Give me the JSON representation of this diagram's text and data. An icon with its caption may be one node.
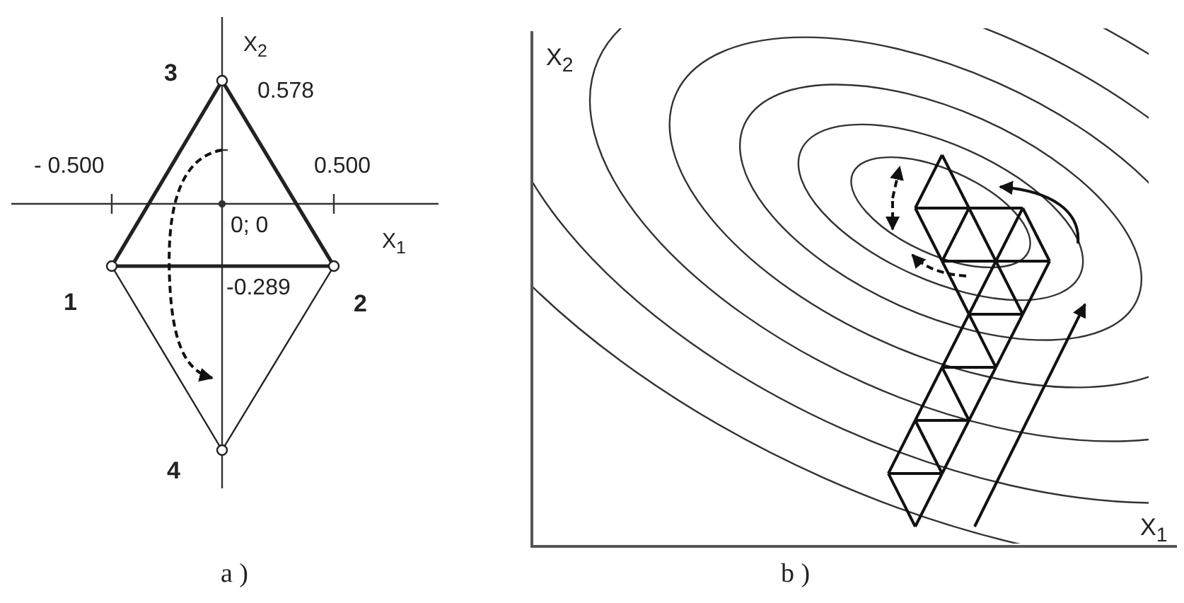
{
  "diagram": {
    "labels": [
      "X$_{2}$",
      "3",
      "0.578",
      "- 0.500",
      "0.500",
      "0; 0",
      "X$_{1}$",
      "1",
      "-0.289",
      "2",
      "4",
      "X$_{2}$",
      "X$_{1}$",
      "a )",
      "b )"
    ]
  }
}
